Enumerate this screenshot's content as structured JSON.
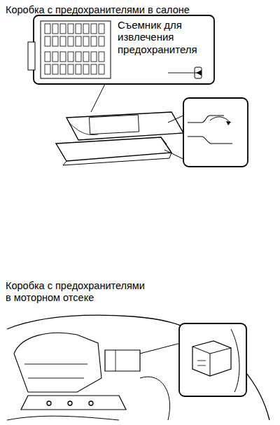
{
  "diagram": {
    "labels": [
      "Коробка с предохранителями в салоне",
      "Съемник для извлечения предохранителя",
      "Коробка с предохранителями в моторном отсеке"
    ]
  }
}
